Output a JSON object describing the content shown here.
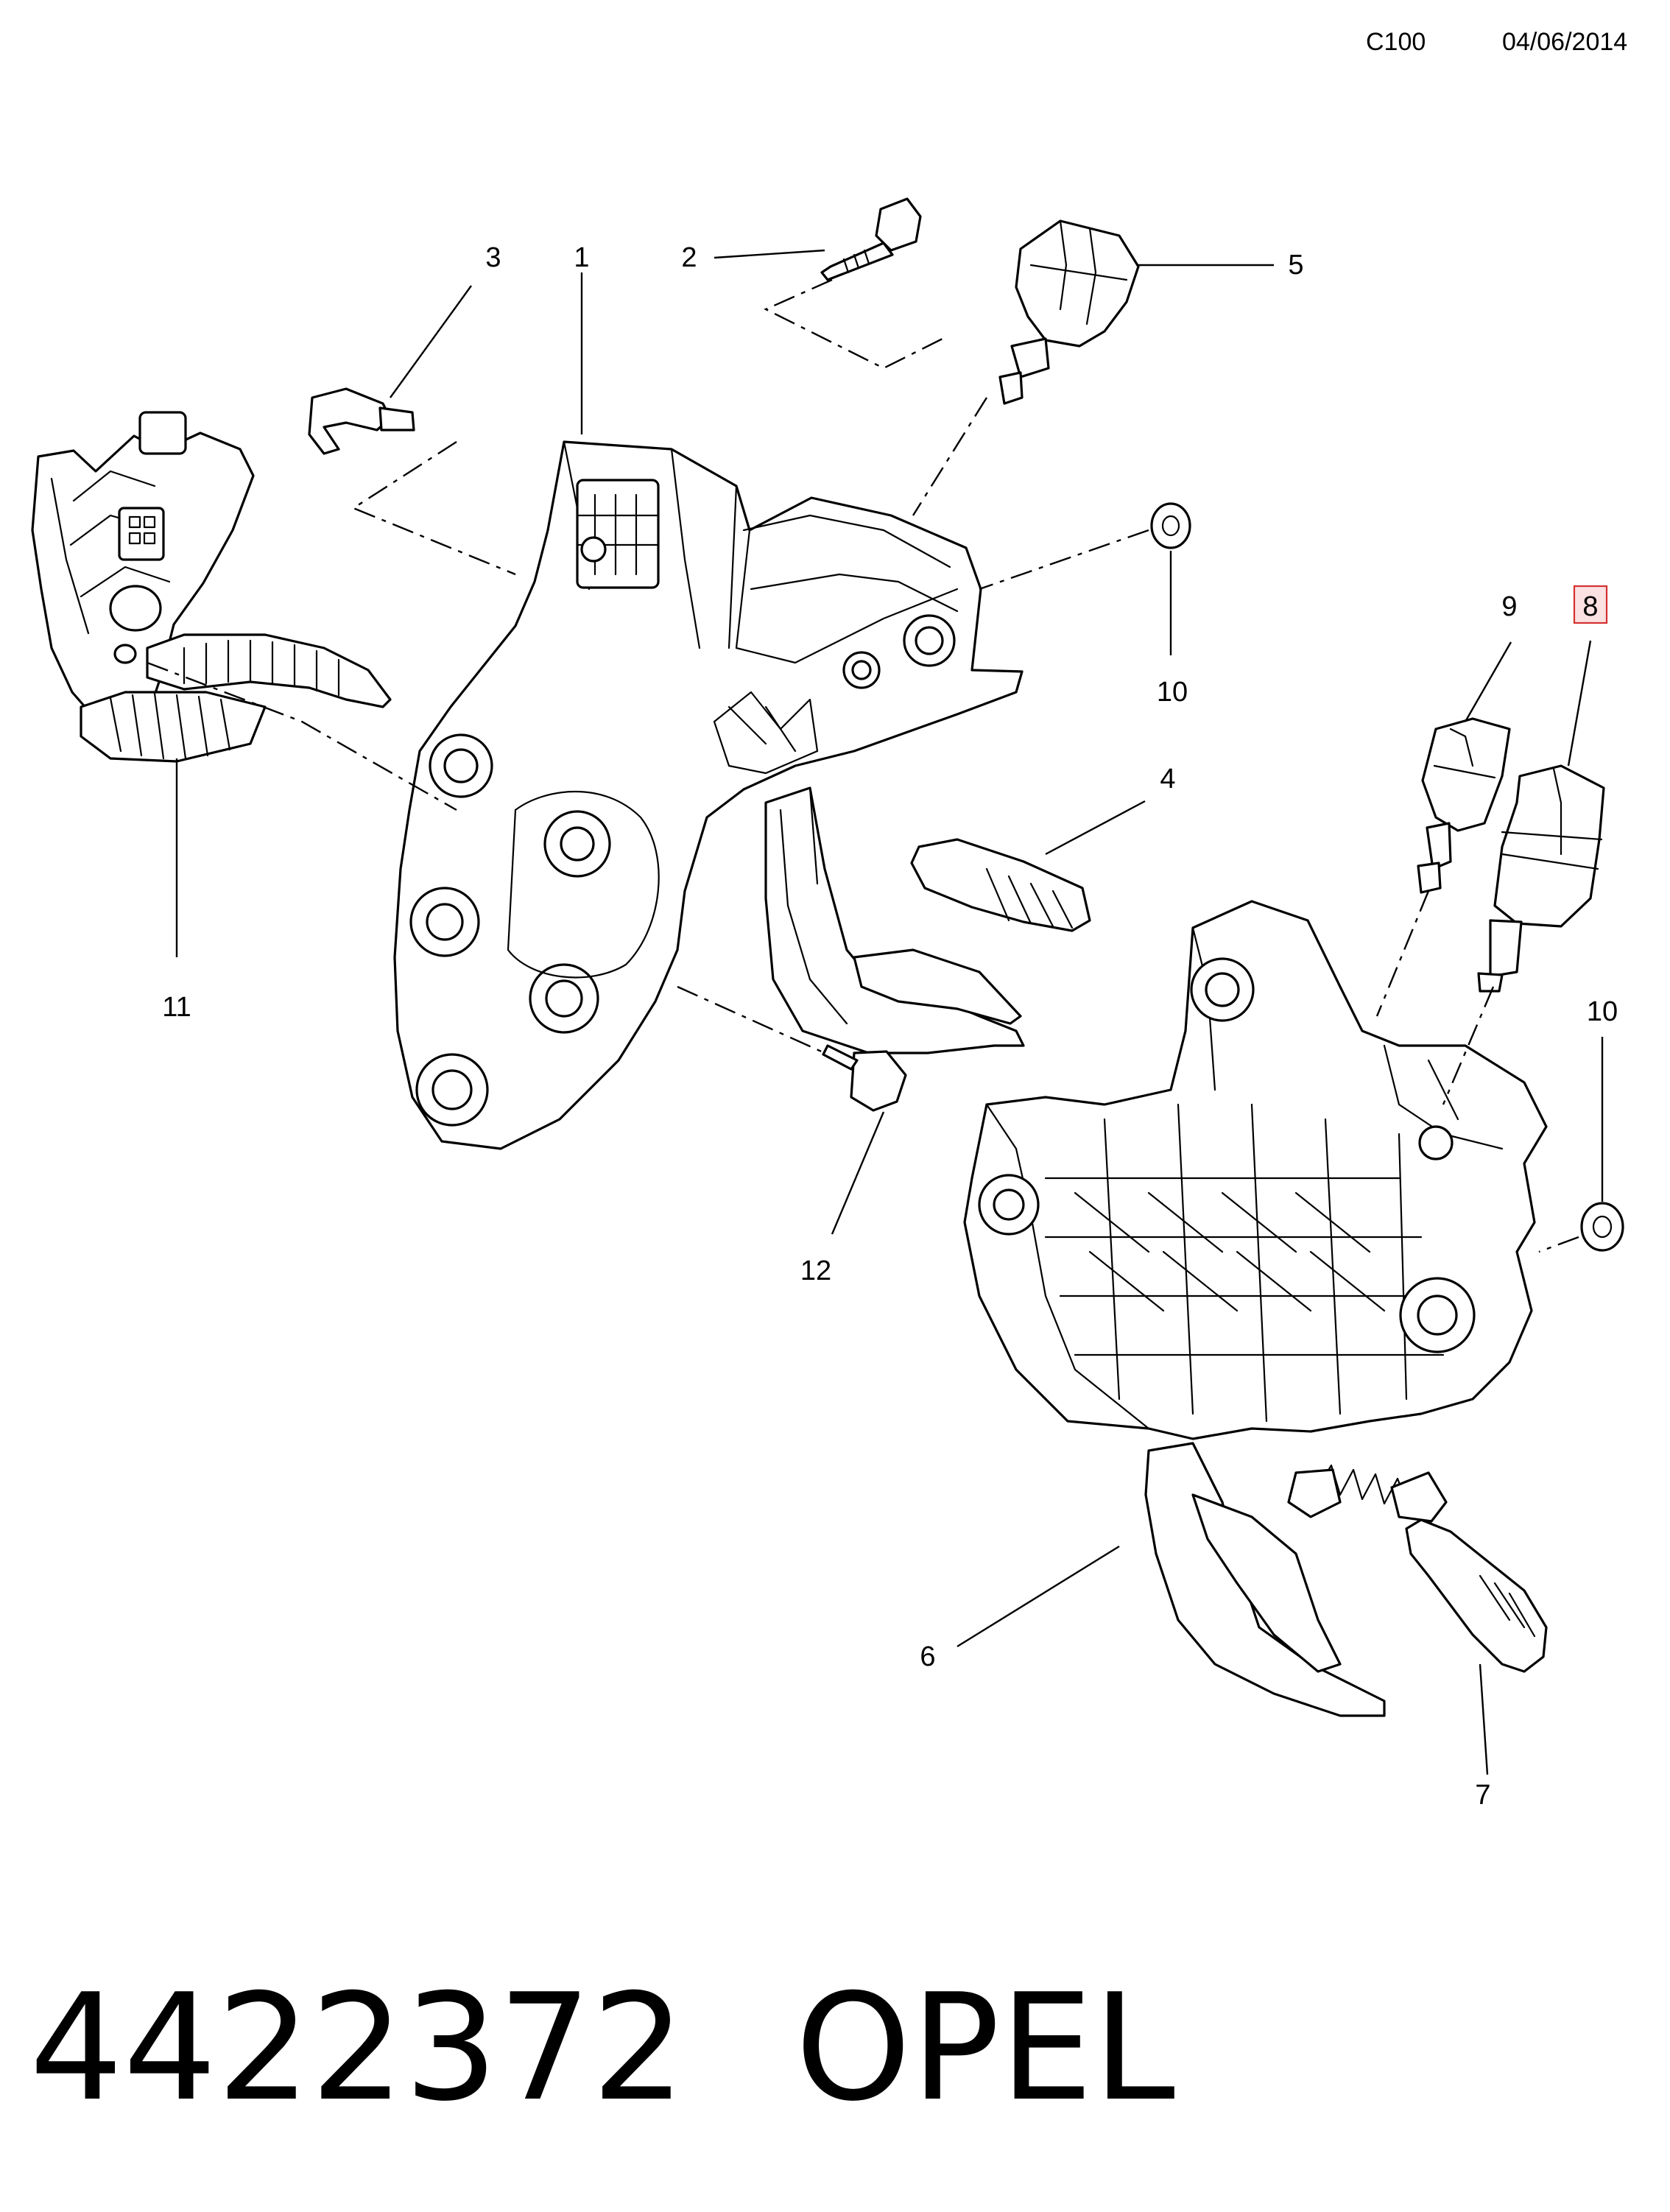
{
  "header": {
    "code": "C100",
    "date": "04/06/2014"
  },
  "footer": {
    "part_number": "4422372",
    "brand": "OPEL"
  },
  "callouts": [
    {
      "id": "c1",
      "label": "1"
    },
    {
      "id": "c2",
      "label": "2"
    },
    {
      "id": "c3",
      "label": "3"
    },
    {
      "id": "c4",
      "label": "4"
    },
    {
      "id": "c5",
      "label": "5"
    },
    {
      "id": "c6",
      "label": "6"
    },
    {
      "id": "c7",
      "label": "7"
    },
    {
      "id": "c8",
      "label": "8",
      "highlighted": true
    },
    {
      "id": "c9",
      "label": "9"
    },
    {
      "id": "c10a",
      "label": "10"
    },
    {
      "id": "c10b",
      "label": "10"
    },
    {
      "id": "c11",
      "label": "11"
    },
    {
      "id": "c12",
      "label": "12"
    }
  ],
  "colors": {
    "line": "#000000",
    "highlight_fill": "#fbe1e1",
    "highlight_stroke": "#d53030"
  }
}
